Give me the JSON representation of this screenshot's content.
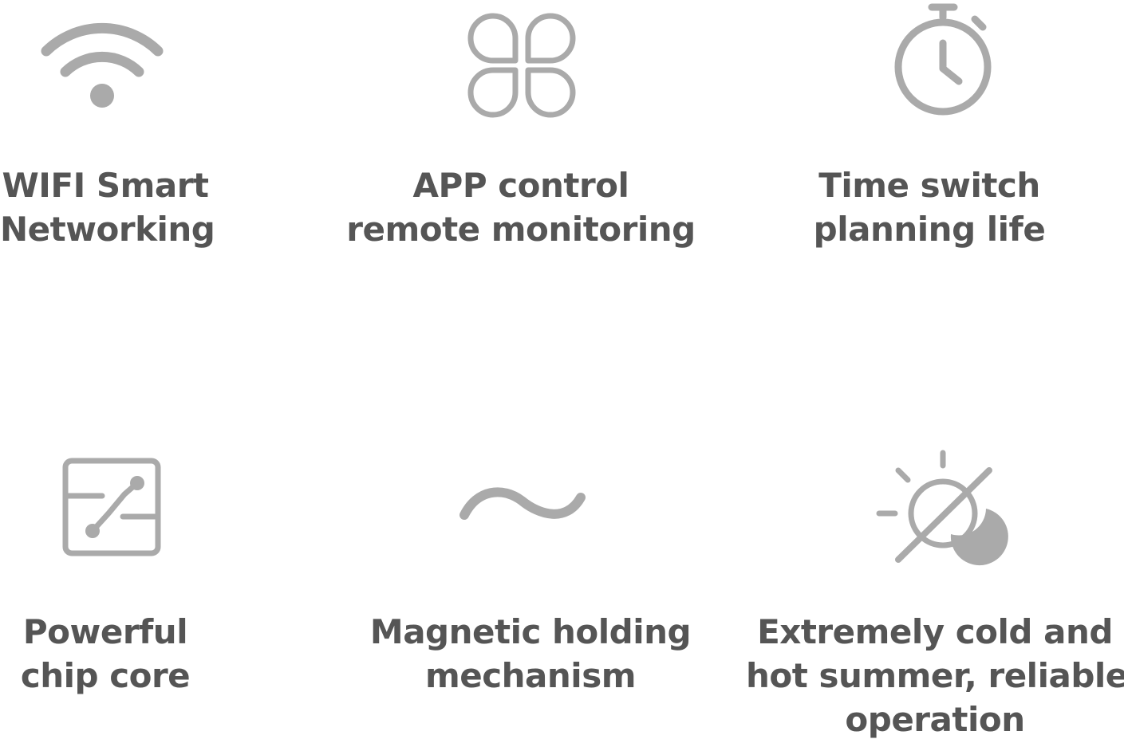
{
  "colors": {
    "icon": "#aaaaaa",
    "text": "#555555",
    "background": "#ffffff"
  },
  "features": [
    {
      "icon": "wifi-icon",
      "lines": [
        "WIFI Smart",
        "Networking"
      ]
    },
    {
      "icon": "app-grid-icon",
      "lines": [
        "APP control",
        "remote monitoring"
      ]
    },
    {
      "icon": "stopwatch-icon",
      "lines": [
        "Time switch",
        "planning life"
      ]
    },
    {
      "icon": "chip-icon",
      "lines": [
        "Powerful",
        "chip core"
      ]
    },
    {
      "icon": "wave-icon",
      "lines": [
        "Magnetic holding",
        "mechanism"
      ]
    },
    {
      "icon": "sun-moon-crossed-icon",
      "lines": [
        "Extremely cold and",
        "hot summer, reliable",
        "operation"
      ]
    }
  ]
}
